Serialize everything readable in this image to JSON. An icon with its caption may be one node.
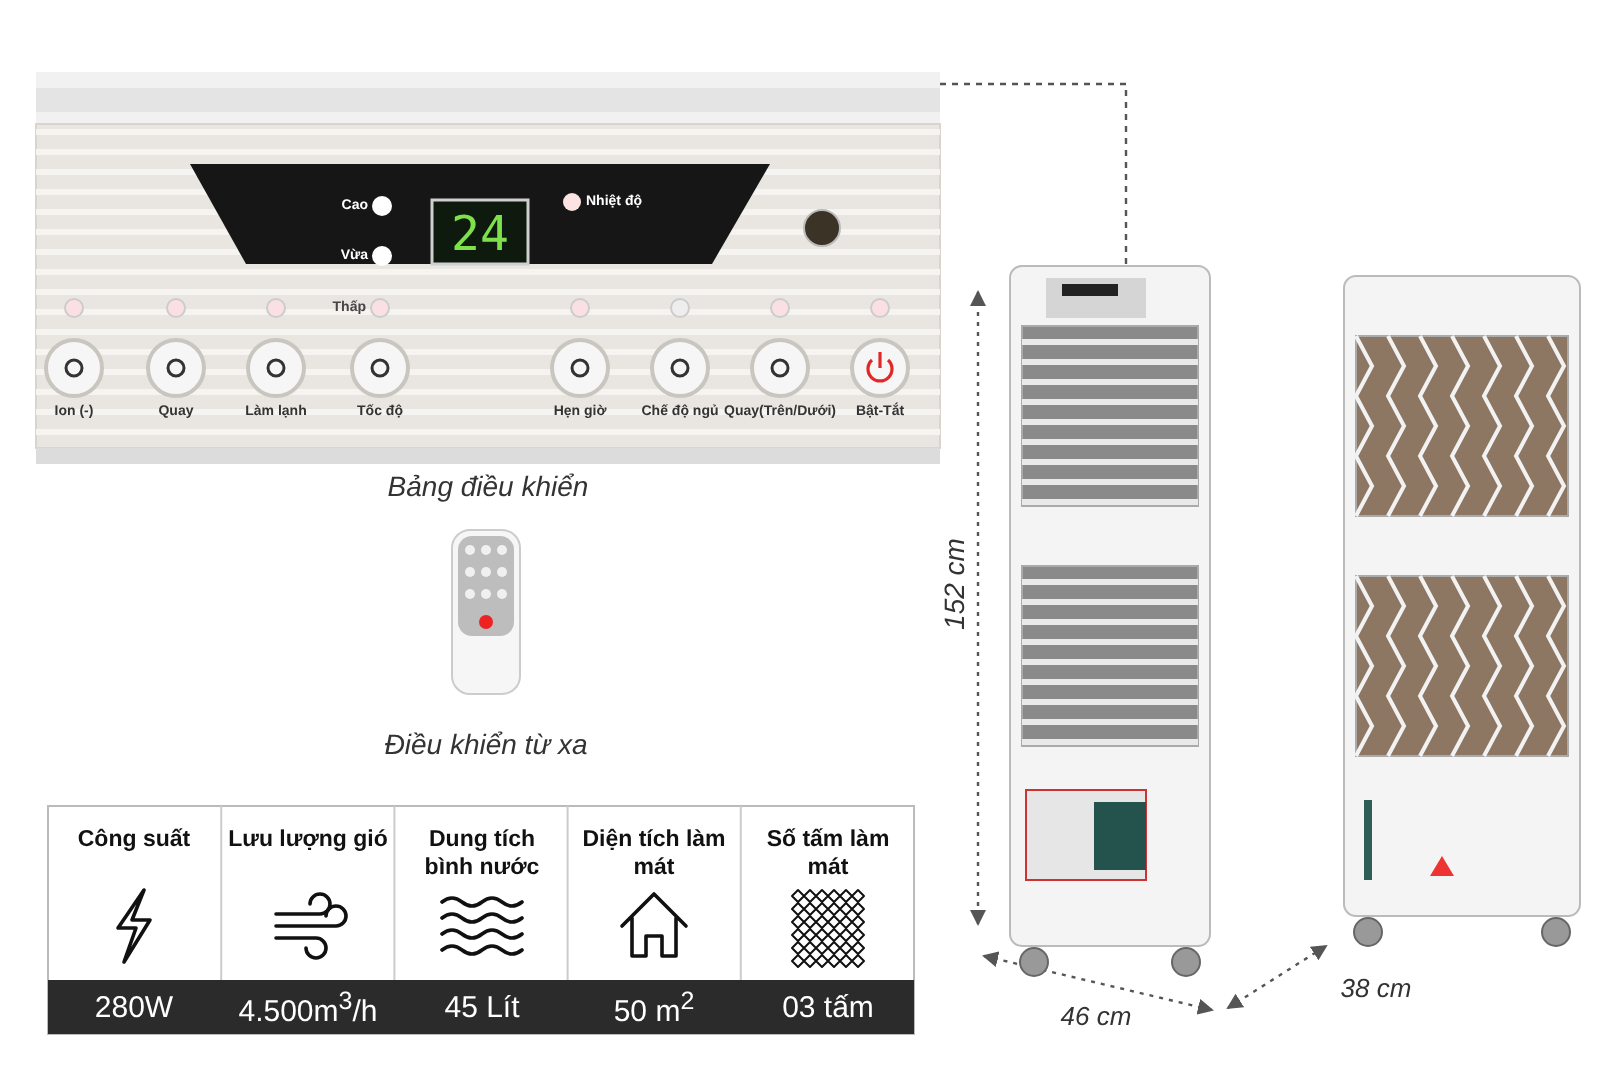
{
  "diagram": {
    "nodes": [
      {
        "text": [],
        "shape": "picture",
        "beside": [
          "Bảng điều khiển"
        ]
      },
      {
        "text": [],
        "shape": "picture"
      }
    ],
    "edges": [
      {
        "from": 0,
        "to": 1,
        "arrow": "none",
        "style": "dashed"
      }
    ],
    "labels": [
      "Cao",
      "Vừa",
      "24",
      "Nhiệt độ",
      "Thấp",
      "Ion (-)",
      "Quay",
      "Làm lạnh",
      "Tốc độ",
      "Hẹn giờ",
      "Chế độ ngủ",
      "Quay(Trên/Dưới)",
      "Bật-Tắt",
      "Điều khiển từ xa",
      "152 cm",
      "38 cm",
      "46 cm",
      "Công suất",
      "Lưu lượng gió",
      "Dung tích bình nước",
      "Diện tích làm mát",
      "Số tấm làm mát",
      "280W",
      "4.500m$^{3}$/h",
      "45 Lít",
      "50 m$^{2}$",
      "03 tấm"
    ]
  }
}
